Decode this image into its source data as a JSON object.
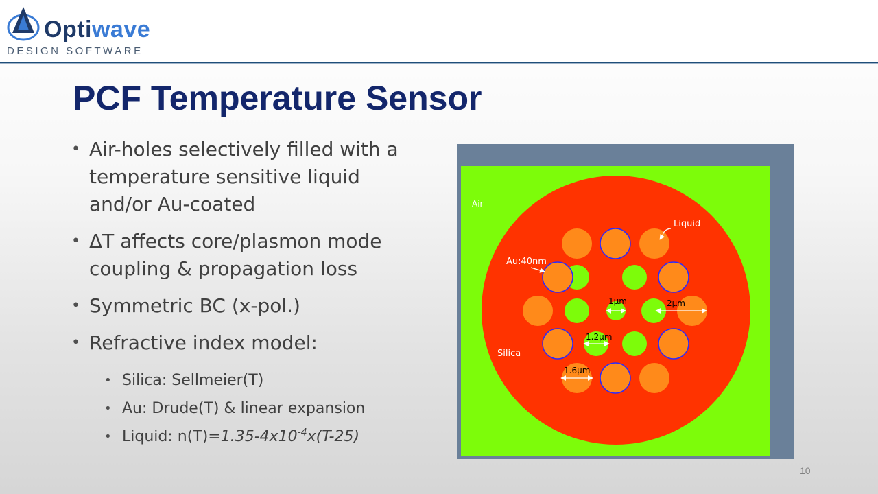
{
  "header": {
    "logo_text_main": "Opti",
    "logo_text_accent": "wave",
    "logo_tagline": "DESIGN SOFTWARE"
  },
  "slide": {
    "title": "PCF Temperature Sensor",
    "page_number": "10",
    "bullets": [
      "Air-holes selectively filled with a temperature sensitive liquid and/or Au-coated",
      "ΔT affects core/plasmon mode coupling & propagation loss",
      "Symmetric BC (x-pol.)",
      "Refractive index model:"
    ],
    "sub_bullets": {
      "silica": "Silica: Sellmeier(T)",
      "au": "Au: Drude(T) & linear expansion",
      "liquid_label": "Liquid: n(T)=",
      "liquid_formula_a": "1.35-4x10",
      "liquid_formula_exp": "-4",
      "liquid_formula_b": "x(T-25)"
    }
  },
  "figure": {
    "labels": {
      "air": "Air",
      "silica": "Silica",
      "liquid": "Liquid",
      "au": "Au:40nm",
      "dim_1um": "1µm",
      "dim_2um": "2µm",
      "dim_1_2um": "1.2µm",
      "dim_1_6um": "1.6µm"
    },
    "colors": {
      "border": "#6a8099",
      "air": "#7dfc0a",
      "silica": "#ff3300",
      "liquid": "#ff8a1a",
      "au_outline": "#2a2aff"
    }
  }
}
